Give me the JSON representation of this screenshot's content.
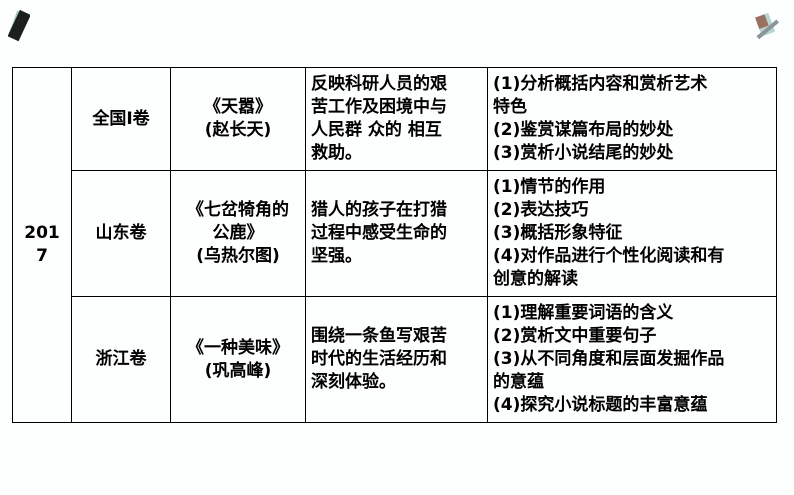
{
  "year": "2017",
  "rows": [
    {
      "paper": "全国Ⅰ卷",
      "title": "《天嚣》",
      "author": "(赵长天)",
      "theme": [
        "反映科研人员的艰",
        "苦工作及困境中与",
        "人民群 众的 相互",
        "救助。"
      ],
      "questions": [
        "(1)分析概括内容和赏析艺术",
        "特色",
        "(2)鉴赏谋篇布局的妙处",
        "(3)赏析小说结尾的妙处"
      ]
    },
    {
      "paper": "山东卷",
      "title": "《七岔犄角的",
      "title2": "公鹿》",
      "author": "(乌热尔图)",
      "theme": [
        "猎人的孩子在打猎",
        "过程中感受生命的",
        "坚强。"
      ],
      "questions": [
        "(1)情节的作用",
        "(2)表达技巧",
        "(3)概括形象特征",
        "(4)对作品进行个性化阅读和有",
        "创意的解读"
      ]
    },
    {
      "paper": "浙江卷",
      "title": "《一种美味》",
      "author": "(巩高峰)",
      "theme": [
        "围绕一条鱼写艰苦",
        "时代的生活经历和",
        "深刻体验。"
      ],
      "questions": [
        "(1)理解重要词语的含义",
        "(2)赏析文中重要句子",
        "(3)从不同角度和层面发掘作品",
        "的意蕴",
        "(4)探究小说标题的丰富意蕴"
      ]
    }
  ]
}
